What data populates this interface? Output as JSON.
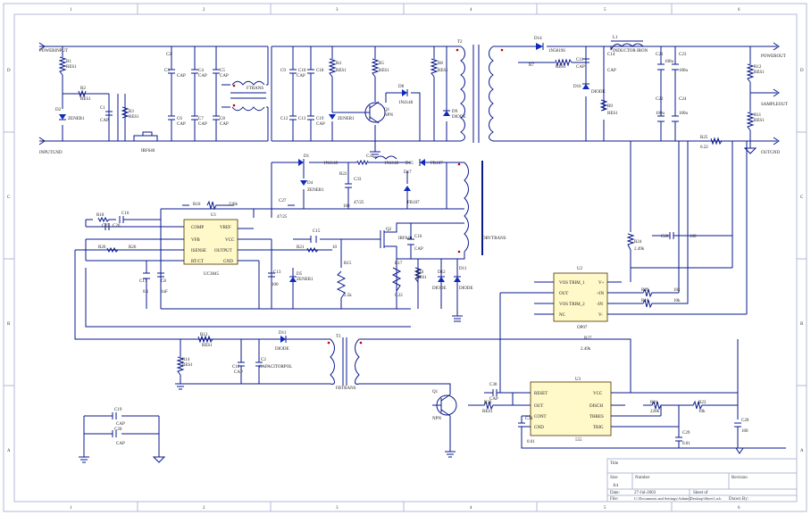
{
  "frame": {
    "columns": [
      "1",
      "2",
      "3",
      "4",
      "5",
      "6"
    ],
    "rows": [
      "D",
      "C",
      "B",
      "A"
    ]
  },
  "ports": {
    "power_input": "POWERINPUT",
    "input_gnd": "INPUTGND",
    "power_out": "POWEROUT",
    "sample_out": "SAMPLEOUT",
    "out_gnd": "OUTGND"
  },
  "components": {
    "r1": "R1",
    "r1v": "RES1",
    "r2": "R2",
    "r2v": "RES1",
    "r3": "R3",
    "r3v": "RES1",
    "r4": "R4",
    "r4v": "RES1",
    "r5": "R5",
    "r5v": "RES1",
    "r7": "R7",
    "r7v": "RES1",
    "r8": "R8",
    "r8v": "RES1",
    "r9": "R9",
    "r9v": "RES1",
    "r10": "R10",
    "r10v": "RES1",
    "r11": "R11",
    "r11v": "RES1",
    "r12": "R12",
    "r13": "R13",
    "r13v": "RES1",
    "r14": "R14",
    "r14v": "RES1",
    "r15": "R15",
    "r15v": "2.5k",
    "r16": "R16",
    "r16v": "RES1",
    "r17": "R17",
    "r17v": "0.22",
    "r18": "R18",
    "r19": "R19",
    "r19v": "10k",
    "r20": "R20",
    "r20v": "10k",
    "r21": "R21",
    "r21v": "10",
    "r22": "R22",
    "r23": "R23",
    "r23v": "10k",
    "r24": "R24",
    "r24v": "2.49k",
    "r25": "R25",
    "r25v": "0.22",
    "r26": "R26",
    "r27": "R27",
    "r27v": "2.49k",
    "r28": "R28",
    "r28v": "220k",
    "r29": "R29",
    "r29v": "10k",
    "r30": "R30",
    "r31": "R31",
    "c1": "C1",
    "c2": "C2",
    "c3": "C3",
    "c4": "C4",
    "c5": "C5",
    "c6": "C6",
    "c7": "C7",
    "c8": "C8",
    "c9": "C9",
    "c10": "C10",
    "c11": "C11",
    "c12": "C12",
    "c13": "C13",
    "c14": "C14",
    "c15": "C15",
    "c16": "C16",
    "c17": "C17",
    "c18": "C18",
    "c19": "C19",
    "c20": "C20",
    "c21": "C21",
    "c22": "C22",
    "c23": "C23",
    "c24": "C24",
    "c25": "C25",
    "c26": "C26",
    "c27": "C27",
    "c28": "C28",
    "c29": "C29",
    "c30": "C30",
    "c32": "C32",
    "c33": "C33",
    "c34": "C34",
    "cap": "CAP",
    "capv": "CAPACITORPOL",
    "cp1": "0.1",
    "cp2": "47/25",
    "cp3": "100",
    "cp4": "100u",
    "cp5": "0.47",
    "cp6": "1nF",
    "cp7": "10",
    "cp8": "0.01",
    "d1": "D1",
    "d2": "D2",
    "d3": "D3",
    "d4": "D4",
    "d5": "D5",
    "d6": "D6",
    "d7": "D7",
    "d8": "D8",
    "d9": "D9",
    "d10": "D10",
    "d11": "D11",
    "d12": "D12",
    "d13": "D13",
    "d14": "D14",
    "d15": "D15",
    "d16": "D16",
    "d17": "D17",
    "diode": "DIODE",
    "zener": "ZENER1",
    "fr107": "FR107",
    "n4148": "1N4148",
    "n4007": "1N4007",
    "schottky": "1N5819S",
    "q1": "Q1",
    "q2": "Q2",
    "q3": "Q3",
    "npn": "NPN",
    "irf": "IRF640",
    "t1": "T1",
    "t2": "T2",
    "t3": "T3",
    "flybackt": "FTRANS",
    "drv": "DRVTRANS",
    "fbtrans": "FBTRANS",
    "l1": "L1",
    "inductor": "INDUCTOR IRON",
    "u1": "U1",
    "u2": "U2",
    "u3": "U3",
    "uc_part": "UC3845",
    "uc_p1": "COMP",
    "uc_p2": "VFB",
    "uc_p3": "ISENSE",
    "uc_p4": "RT/CT",
    "uc_p8": "VREF",
    "uc_p7": "VCC",
    "uc_p6": "OUTPUT",
    "uc_p5": "GND",
    "op_part": "OP07",
    "op_p1": "VOS TRIM_1",
    "op_p6": "OUT",
    "op_p8": "VOS TRIM_2",
    "op_p5": "NC",
    "op_p7": "V+",
    "op_p3": "+IN",
    "op_p2": "-IN",
    "op_p4": "V-",
    "ne_part": "555",
    "ne_p4": "RESET",
    "ne_p3": "OUT",
    "ne_p5": "CONT",
    "ne_p1": "GND",
    "ne_p8": "VCC",
    "ne_p7": "DISCH",
    "ne_p6": "THRES",
    "ne_p2": "TRIG"
  },
  "titleblock": {
    "title_label": "Title",
    "size_label": "Size",
    "size_value": "A4",
    "number_label": "Number",
    "revision_label": "Revision",
    "date_label": "Date:",
    "date_value": "27-Jul-2003",
    "sheet_label": "Sheet of",
    "file_label": "File:",
    "file_value": "C:\\Documents and Settings\\Admin\\Desktop\\Sheet1.sch",
    "drawn_label": "Drawn By:"
  }
}
